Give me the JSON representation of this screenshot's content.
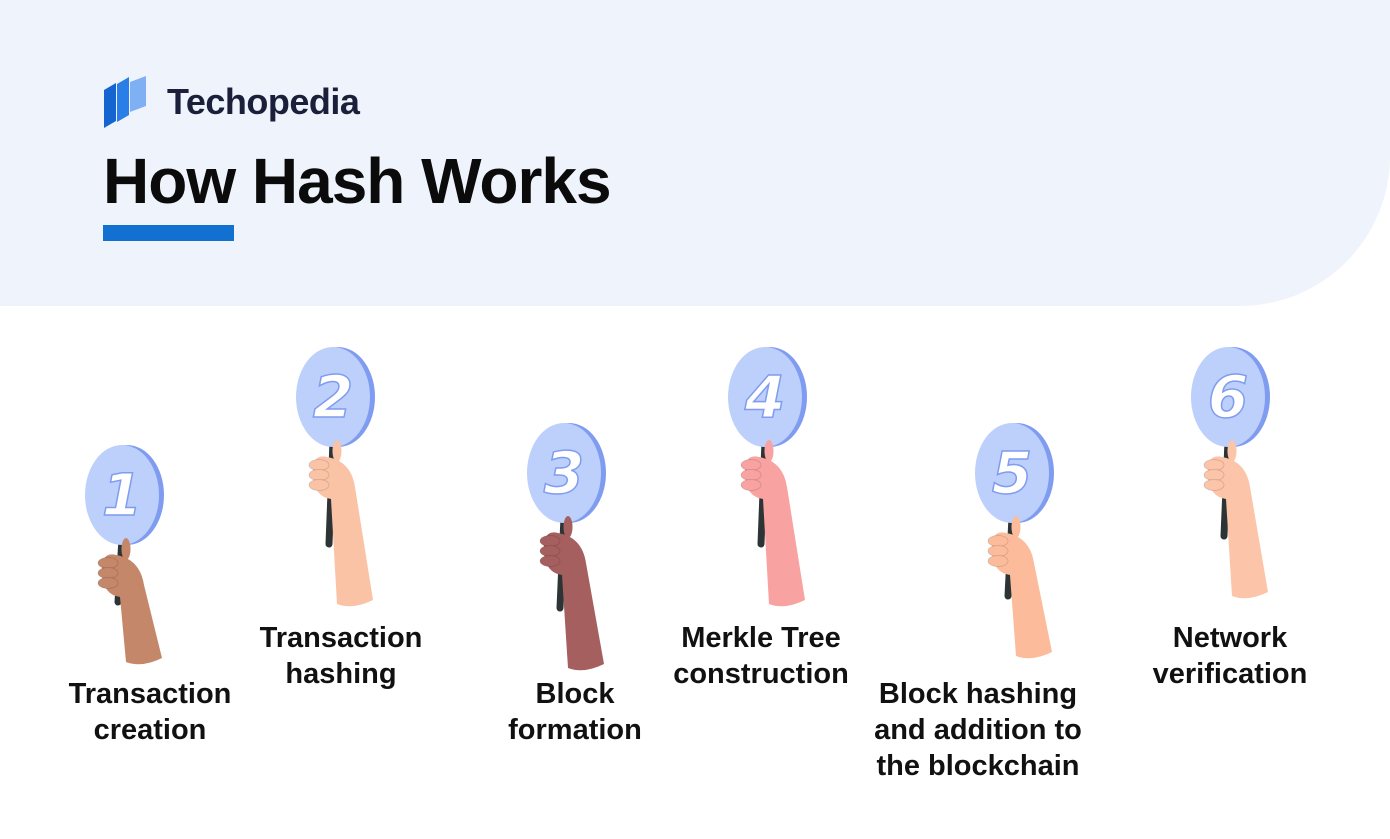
{
  "brand": {
    "name": "Techopedia",
    "logo_icon": "techopedia-logo-icon"
  },
  "title": "How Hash Works",
  "colors": {
    "header_bg": "#eef3fc",
    "accent": "#1170d0",
    "sign_face": "#bcd0fb",
    "sign_rim": "#7f9cf0",
    "stick": "#2d3436"
  },
  "steps": [
    {
      "number": "1",
      "label": [
        "Transaction",
        "creation"
      ],
      "skin": "#c5876a",
      "icon": "hand-holding-sign-icon"
    },
    {
      "number": "2",
      "label": [
        "Transaction",
        "hashing"
      ],
      "skin": "#fbc3a6",
      "icon": "hand-holding-sign-icon"
    },
    {
      "number": "3",
      "label": [
        "Block",
        "formation"
      ],
      "skin": "#a65f5f",
      "icon": "hand-holding-sign-icon"
    },
    {
      "number": "4",
      "label": [
        "Merkle Tree",
        "construction"
      ],
      "skin": "#f8a3a1",
      "icon": "hand-holding-sign-icon"
    },
    {
      "number": "5",
      "label": [
        "Block hashing",
        "and addition to",
        "the blockchain"
      ],
      "skin": "#fcbc9c",
      "icon": "hand-holding-sign-icon"
    },
    {
      "number": "6",
      "label": [
        "Network",
        "verification"
      ],
      "skin": "#fcc4a8",
      "icon": "hand-holding-sign-icon"
    }
  ]
}
